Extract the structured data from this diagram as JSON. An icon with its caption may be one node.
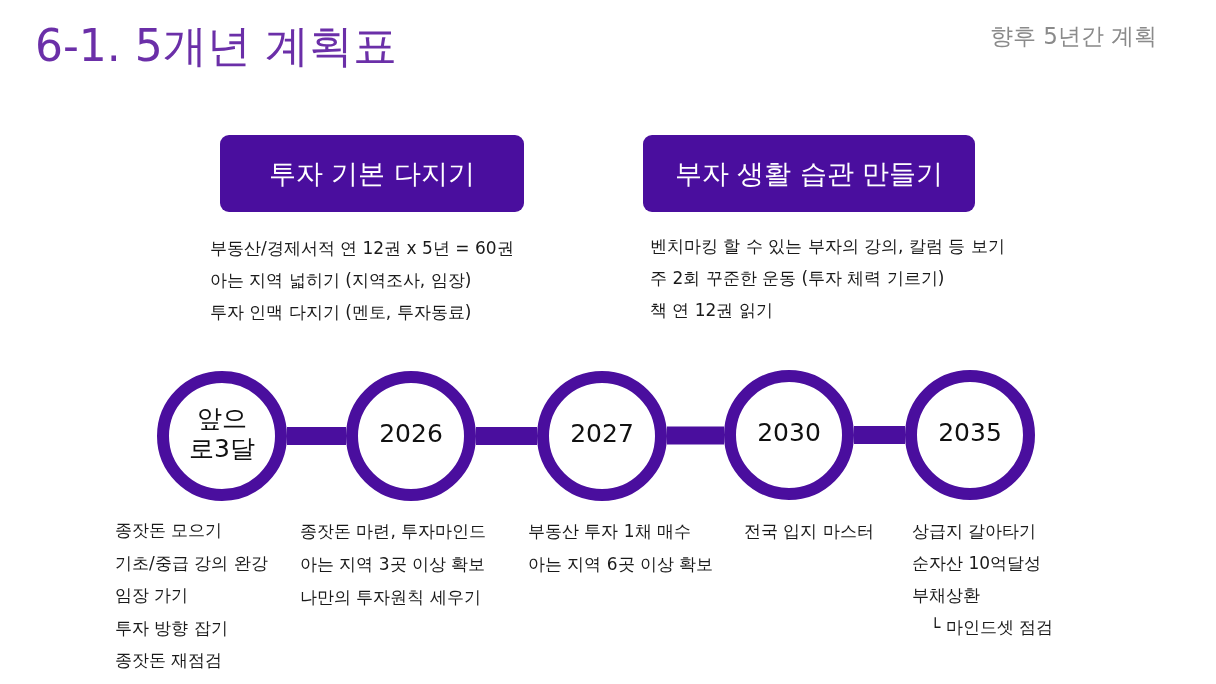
{
  "diagram": {
    "title": "6-1. 5개년 계획표",
    "nodes": [
      {
        "text": [
          "투자 기본 다지기"
        ],
        "beside": [
          "부동산/경제서적 연 12권 x 5년 = 60권",
          "아는 지역 넓히기 (지역조사, 임장)",
          "투자 인맥 다지기 (멘토, 투자동료)"
        ]
      },
      {
        "text": [
          "부자 생활 습관 만들기"
        ],
        "beside": [
          "벤치마킹 할 수 있는 부자의 강의, 칼럼 등 보기",
          "주 2회 꾸준한 운동 (투자 체력 기르기)",
          "책 연 12권 읽기"
        ]
      },
      {
        "text": [
          "앞으로3달"
        ],
        "beside": [
          "종잣돈 모으기",
          "기초/중급 강의 완강",
          "임장 가기",
          "투자 방향 잡기",
          "종잣돈 재점검"
        ]
      },
      {
        "text": [
          "2026"
        ],
        "beside": [
          "종잣돈 마련, 투자마인드",
          "아는 지역 3곳 이상 확보",
          "나만의 투자원칙 세우기"
        ]
      },
      {
        "text": [
          "2027"
        ],
        "beside": [
          "부동산 투자 1채 매수",
          "아는 지역 6곳 이상 확보"
        ]
      },
      {
        "text": [
          "2030"
        ],
        "beside": [
          "전국 입지 마스터"
        ]
      },
      {
        "text": [
          "2035"
        ],
        "beside": [
          "상급지 갈아타기",
          "순자산 10억달성",
          "부채상환",
          "└ 마인드셋 점검"
        ]
      }
    ],
    "edges": [
      {
        "from": 2,
        "to": 3,
        "arrow": "none"
      },
      {
        "from": 3,
        "to": 4,
        "arrow": "none"
      },
      {
        "from": 4,
        "to": 5,
        "arrow": "none"
      },
      {
        "from": 5,
        "to": 6,
        "arrow": "none"
      }
    ],
    "labels": [
      "향후 5년간 계획"
    ]
  }
}
